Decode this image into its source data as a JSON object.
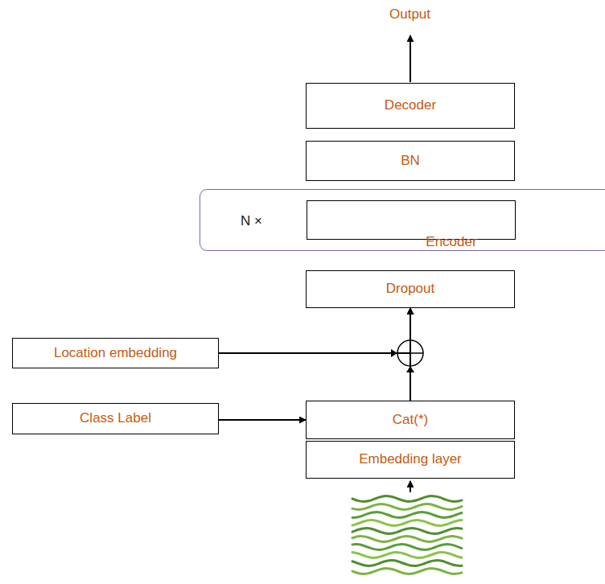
{
  "diagram": {
    "nodes": [
      {
        "text": [
          "Decoder"
        ]
      },
      {
        "text": [
          "BN"
        ]
      },
      {
        "text": [
          "N ×"
        ]
      },
      {
        "text": [
          "Encoder"
        ],
        "in": 2
      },
      {
        "text": [
          "Dropout"
        ]
      },
      {
        "text": [
          "Location embedding"
        ]
      },
      {
        "text": [
          "Class Label"
        ]
      },
      {
        "text": [
          "Cat(*)"
        ]
      },
      {
        "text": [
          "Embedding layer"
        ]
      }
    ],
    "edges": [
      {
        "from": 6,
        "to": 7,
        "arrow": "to"
      },
      {
        "from": 7,
        "to": 4,
        "arrow": "to"
      },
      {
        "from": 5,
        "to": 4,
        "arrow": "to"
      }
    ],
    "labels": [
      "Output"
    ]
  }
}
